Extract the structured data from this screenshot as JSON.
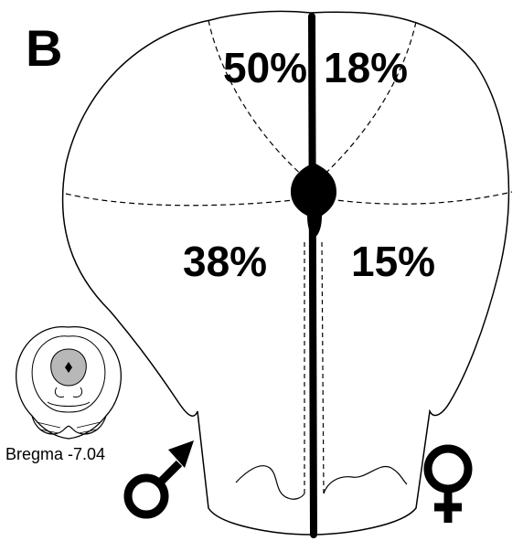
{
  "panel_label": "B",
  "quadrants": {
    "male_dorsal": "50%",
    "female_dorsal": "18%",
    "male_ventral": "38%",
    "female_ventral": "15%"
  },
  "inset": {
    "caption": "Bregma -7.04"
  },
  "symbols": {
    "left": "male-symbol-icon",
    "right": "female-symbol-icon"
  },
  "colors": {
    "line": "#000000",
    "background": "#ffffff",
    "inset_fill": "#b8b8b8"
  }
}
